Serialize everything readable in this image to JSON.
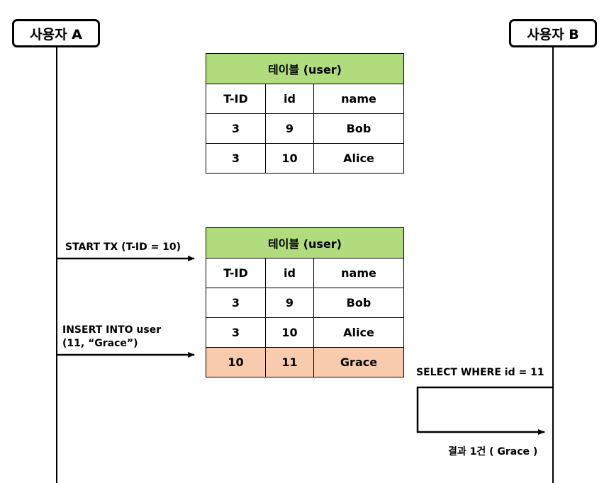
{
  "actors": {
    "a": "사용자 A",
    "b": "사용자 B"
  },
  "table_before": {
    "title": "테이블 (user)",
    "columns": [
      "T-ID",
      "id",
      "name"
    ],
    "rows": [
      [
        "3",
        "9",
        "Bob"
      ],
      [
        "3",
        "10",
        "Alice"
      ]
    ]
  },
  "table_after": {
    "title": "테이블 (user)",
    "columns": [
      "T-ID",
      "id",
      "name"
    ],
    "rows": [
      [
        "3",
        "9",
        "Bob"
      ],
      [
        "3",
        "10",
        "Alice"
      ],
      [
        "10",
        "11",
        "Grace"
      ]
    ],
    "highlight_color": "#f7cbac"
  },
  "header_color": "#b0dc7e",
  "messages": {
    "start_tx": "START TX (T-ID = 10)",
    "insert_line1": "INSERT INTO user",
    "insert_line2": "(11, “Grace”)",
    "select": "SELECT  WHERE  id = 11",
    "result": "결과 1건 ( Grace )"
  }
}
